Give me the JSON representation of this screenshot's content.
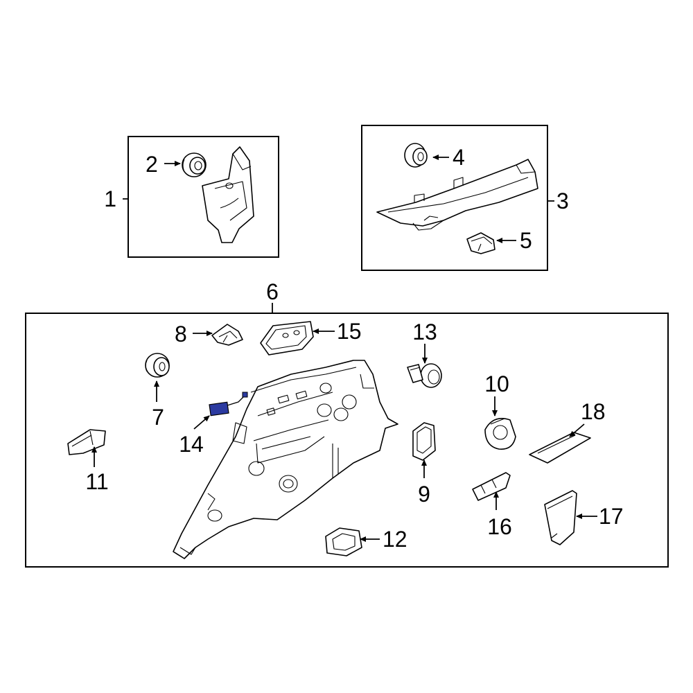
{
  "callouts": {
    "c1": "1",
    "c2": "2",
    "c3": "3",
    "c4": "4",
    "c5": "5",
    "c6": "6",
    "c7": "7",
    "c8": "8",
    "c9": "9",
    "c10": "10",
    "c11": "11",
    "c12": "12",
    "c13": "13",
    "c14": "14",
    "c15": "15",
    "c16": "16",
    "c17": "17",
    "c18": "18"
  },
  "colors": {
    "line": "#000000",
    "background": "#ffffff",
    "highlight_part": "#2b3aa0"
  }
}
